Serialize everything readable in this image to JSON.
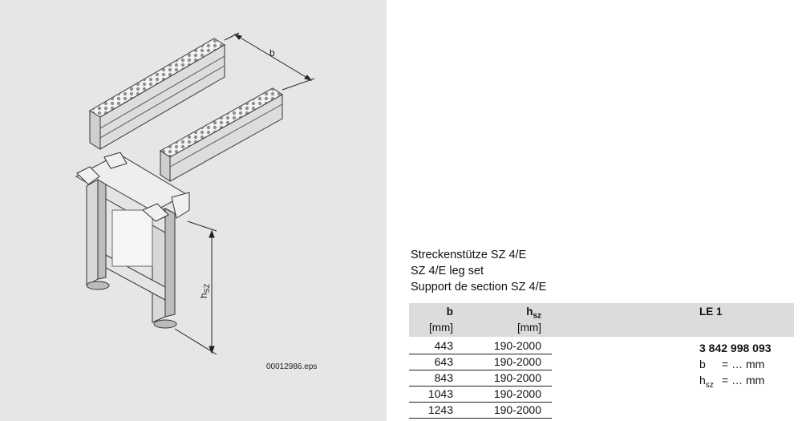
{
  "figure": {
    "file_label": "00012986.eps",
    "dim_b": "b",
    "dim_h": "h",
    "dim_h_sub": "SZ"
  },
  "titles": {
    "de": "Streckenstütze SZ 4/E",
    "en": "SZ 4/E leg set",
    "fr": "Support de section SZ 4/E"
  },
  "table": {
    "col_b_label": "b",
    "col_b_unit": "[mm]",
    "col_h_label": "h",
    "col_h_sub": "sz",
    "col_h_unit": "[mm]",
    "col_le_label": "LE 1",
    "rows": [
      {
        "b": "443",
        "h": "190-2000"
      },
      {
        "b": "643",
        "h": "190-2000"
      },
      {
        "b": "843",
        "h": "190-2000"
      },
      {
        "b": "1043",
        "h": "190-2000"
      },
      {
        "b": "1243",
        "h": "190-2000"
      }
    ],
    "le": {
      "part_number": "3 842 998 093",
      "b_label": "b",
      "b_value": "= … mm",
      "h_label": "h",
      "h_sub": "sz",
      "h_value": "= … mm"
    }
  }
}
